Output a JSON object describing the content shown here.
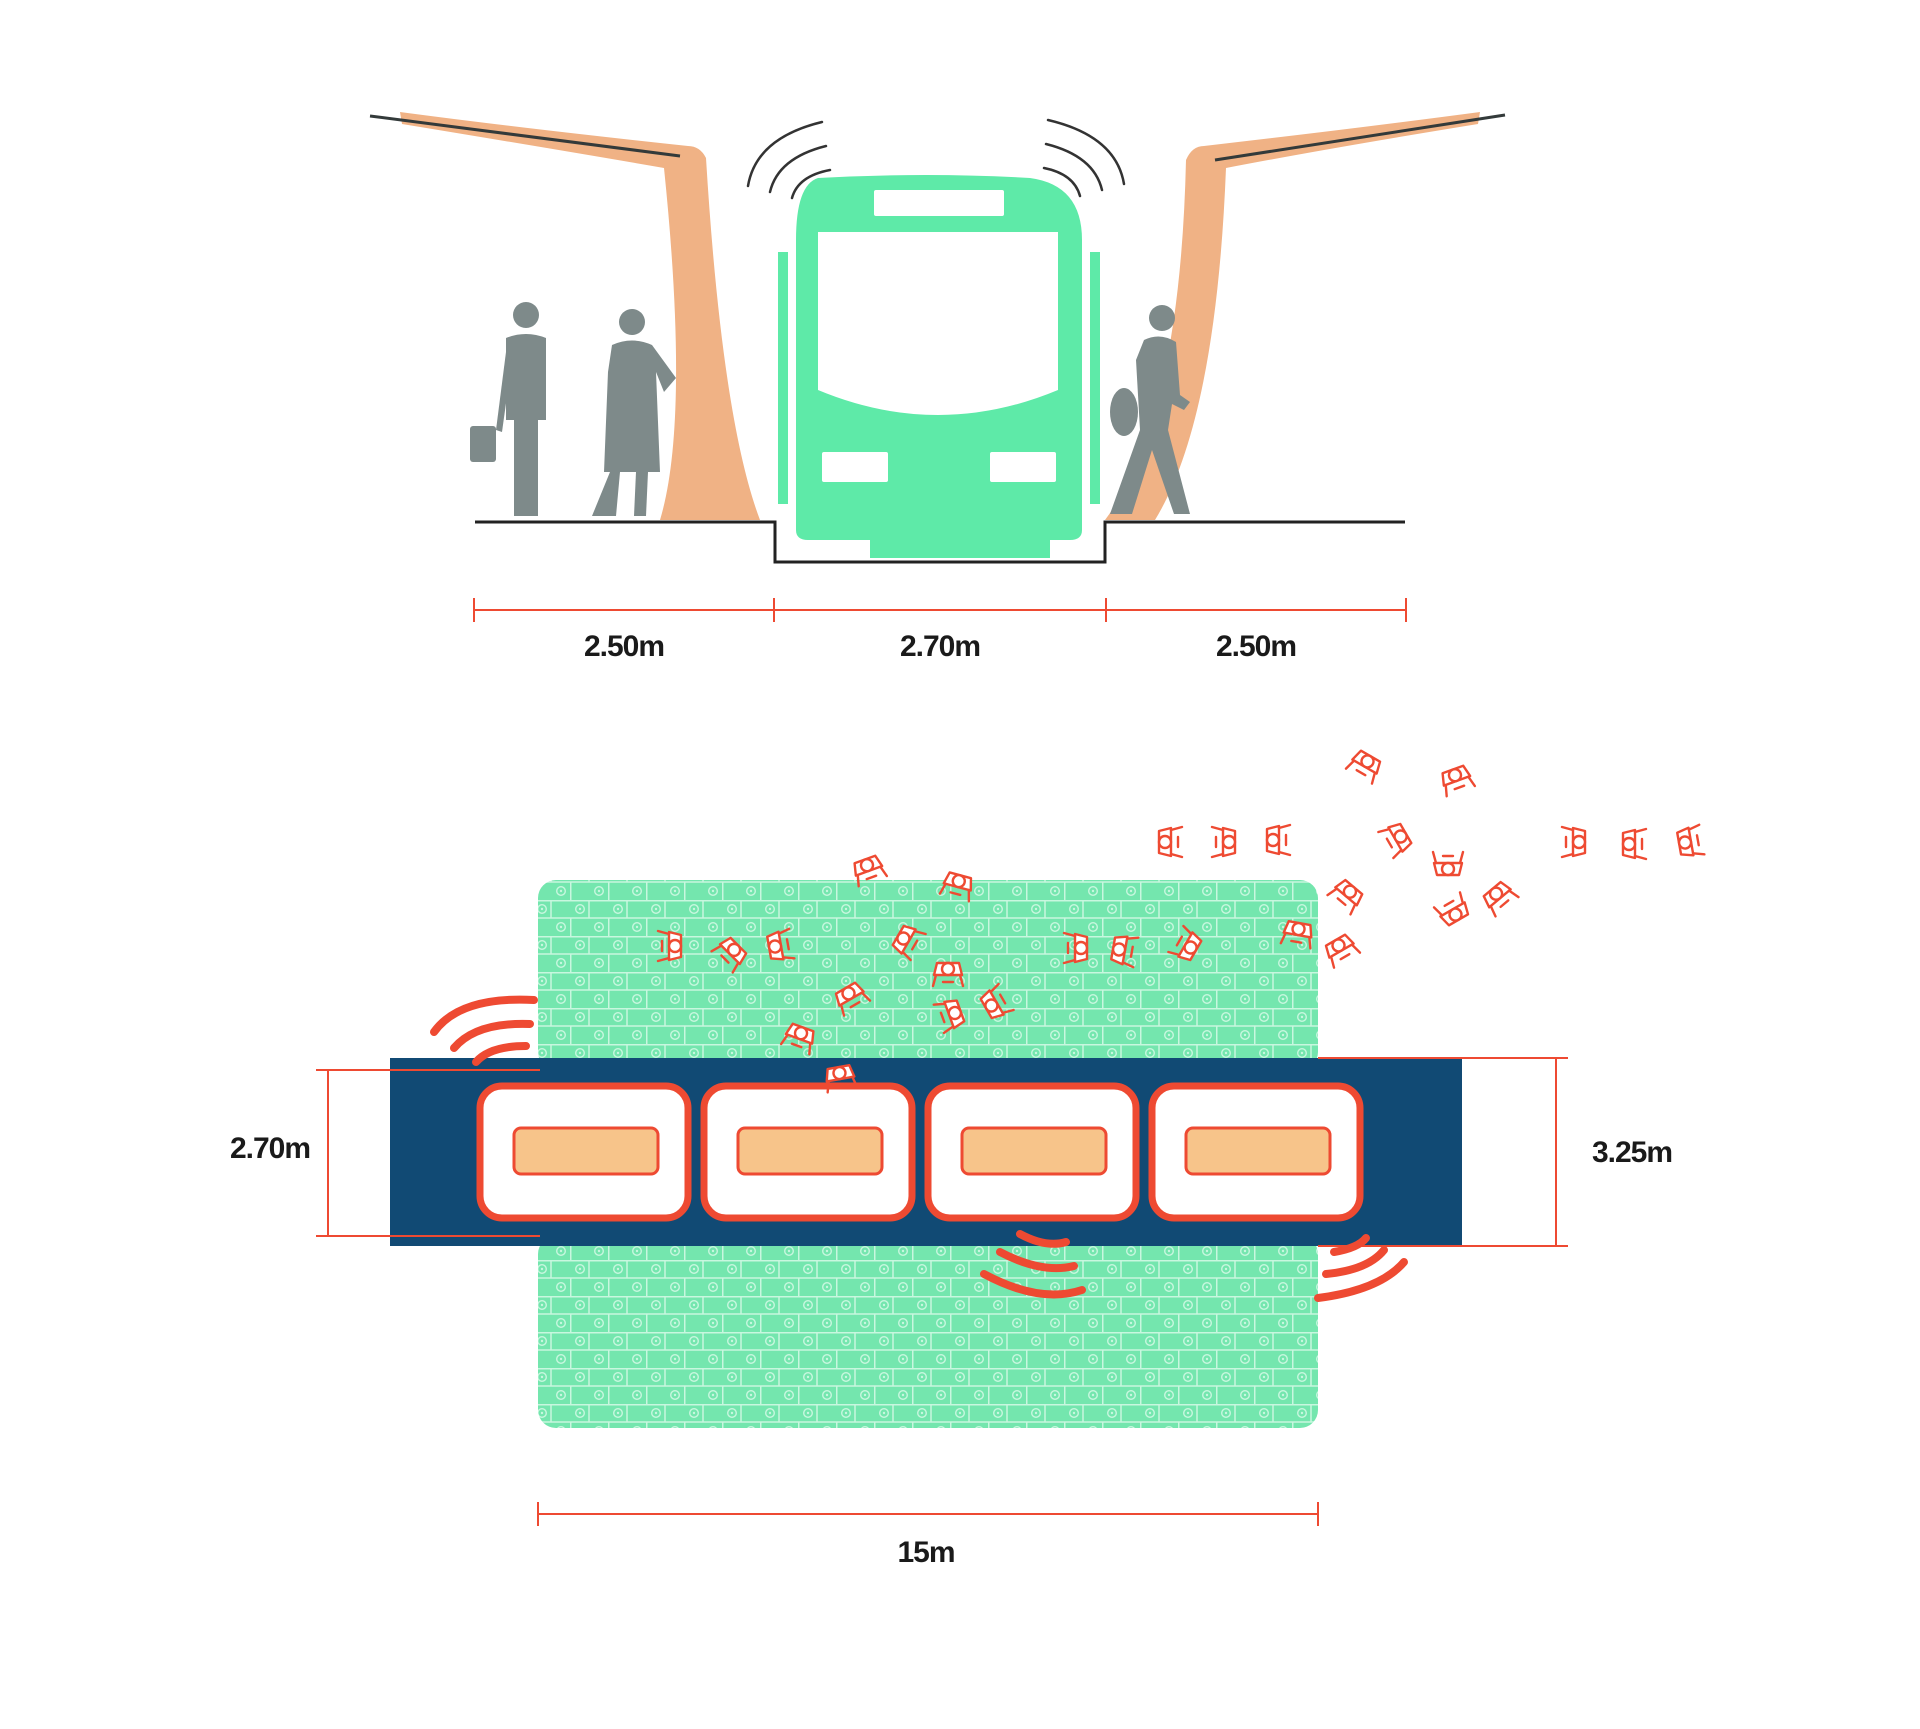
{
  "colors": {
    "bus": "#5eeaa8",
    "platform": "#74e6ae",
    "canopy": "#f0b285",
    "person": "#7e8a8a",
    "road": "#114a74",
    "accent": "#ee4a32",
    "seat": "#f7c48a",
    "line": "#222222"
  },
  "section": {
    "labels": {
      "left_width": "2.50m",
      "lane_width": "2.70m",
      "right_width": "2.50m"
    }
  },
  "plan": {
    "labels": {
      "bus_width": "2.70m",
      "lane_width": "3.25m",
      "platform_length": "15m"
    },
    "bus_modules": 4
  },
  "icons": {
    "people_section": "standing-person-icon",
    "people_plan": "top-view-person-icon",
    "signal": "wireless-signal-icon"
  }
}
